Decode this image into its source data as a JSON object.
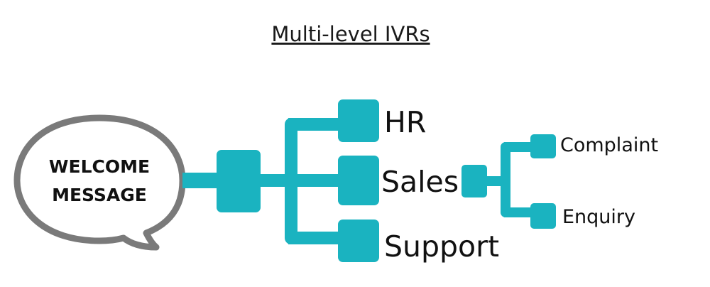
{
  "diagram": {
    "title": "Multi-level IVRs",
    "welcome": {
      "line1": "WELCOME",
      "line2": "MESSAGE"
    },
    "level1_options": [
      "HR",
      "Sales",
      "Support"
    ],
    "level2_options": [
      "Complaint",
      "Enquiry"
    ],
    "colors": {
      "accent": "#1ab3c0",
      "bubble_outline": "#7a7a7a",
      "text": "#111111"
    }
  }
}
